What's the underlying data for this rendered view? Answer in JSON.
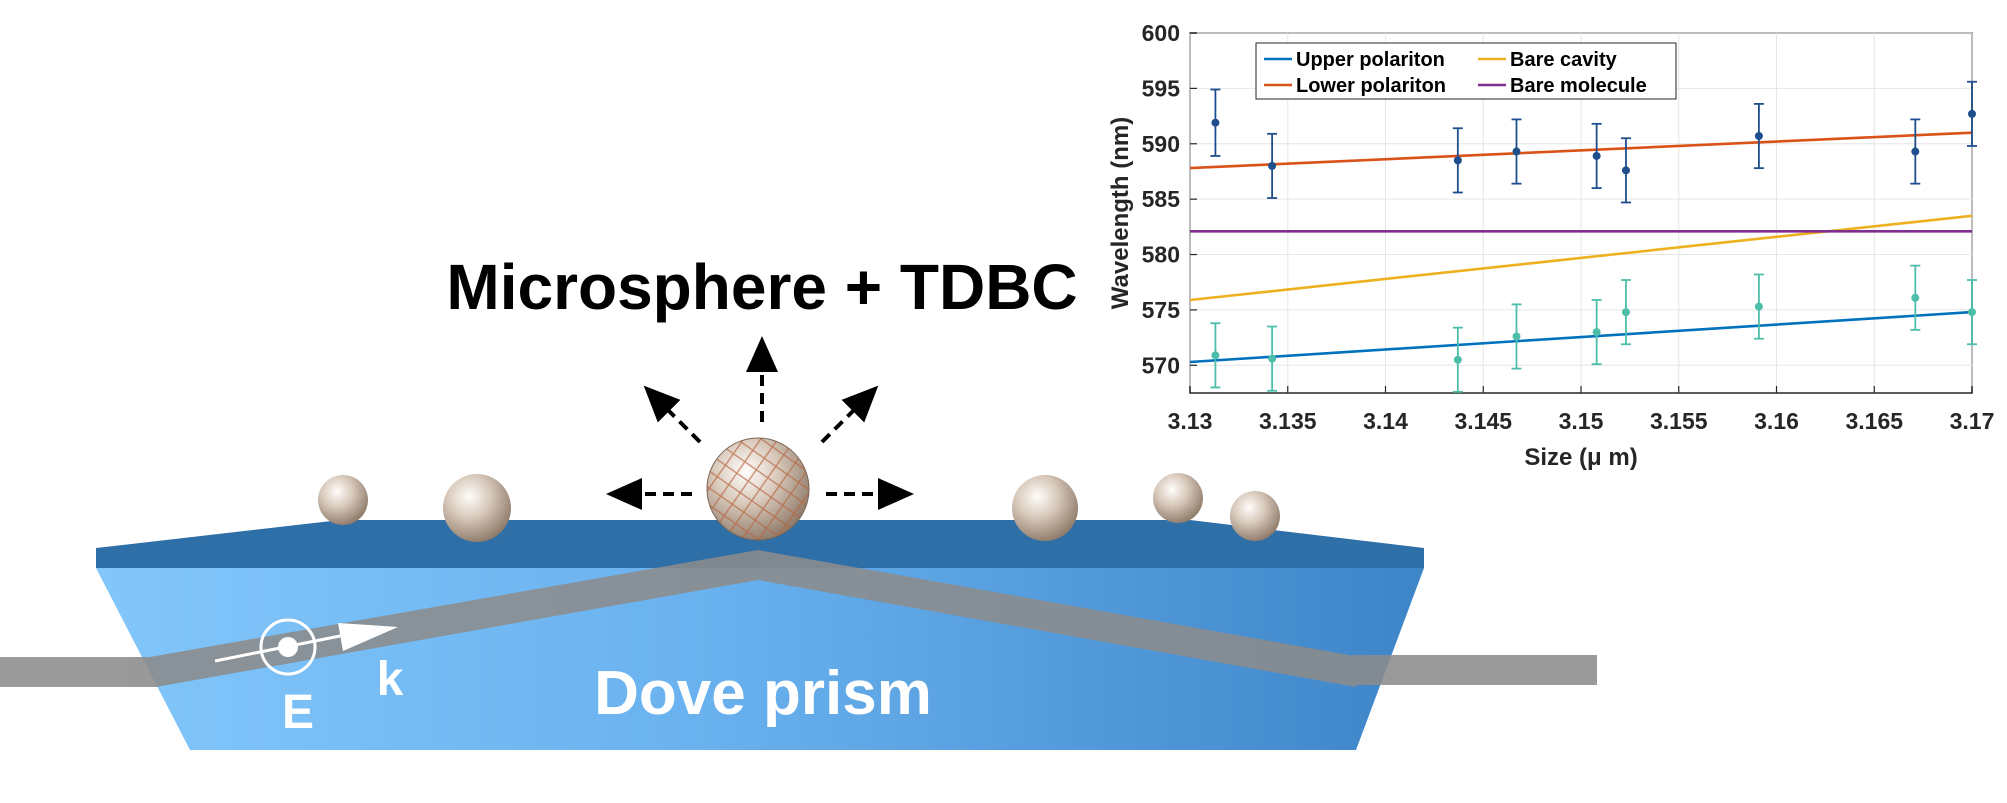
{
  "diagram": {
    "title": "Microsphere + TDBC",
    "prism_label": "Dove prism",
    "field_label": "E",
    "wavevector_label": "k",
    "colors": {
      "prism_top": "#2f6fa8",
      "prism_body_left": "#7fc3f7",
      "prism_body_right": "#3a83c6",
      "beam": "#8c8c8c",
      "sphere": "#c9b9aa"
    }
  },
  "chart_data": {
    "type": "scatter",
    "xlabel": "Size (μ m)",
    "ylabel": "Wavelength (nm)",
    "xlim": [
      3.13,
      3.17
    ],
    "ylim": [
      567.5,
      600
    ],
    "xticks": [
      "3.13",
      "3.135",
      "3.14",
      "3.145",
      "3.15",
      "3.155",
      "3.16",
      "3.165",
      "3.17"
    ],
    "yticks": [
      "570",
      "575",
      "580",
      "585",
      "590",
      "595",
      "600"
    ],
    "grid": true,
    "legend_position": "top-left",
    "lines": [
      {
        "name": "Upper polariton",
        "color": "#0072bd",
        "x": [
          3.13,
          3.17
        ],
        "y": [
          570.3,
          574.8
        ]
      },
      {
        "name": "Bare cavity",
        "color": "#edb120",
        "x": [
          3.13,
          3.17
        ],
        "y": [
          575.9,
          583.5
        ]
      },
      {
        "name": "Lower polariton",
        "color": "#d95319",
        "x": [
          3.13,
          3.17
        ],
        "y": [
          587.8,
          591.0
        ]
      },
      {
        "name": "Bare molecule",
        "color": "#7e2f8e",
        "x": [
          3.13,
          3.17
        ],
        "y": [
          582.1,
          582.1
        ]
      }
    ],
    "scatter_series": [
      {
        "color": "#1f4e8c",
        "x": [
          3.1313,
          3.1342,
          3.1437,
          3.1467,
          3.1508,
          3.1523,
          3.1591,
          3.1671,
          3.17
        ],
        "y": [
          591.9,
          588.0,
          588.5,
          589.3,
          588.9,
          587.6,
          590.7,
          589.3,
          592.7
        ],
        "err": [
          3.0,
          2.9,
          2.9,
          2.9,
          2.9,
          2.9,
          2.9,
          2.9,
          2.9
        ]
      },
      {
        "color": "#4dbeaa",
        "x": [
          3.1313,
          3.1342,
          3.1437,
          3.1467,
          3.1508,
          3.1523,
          3.1591,
          3.1671,
          3.17
        ],
        "y": [
          570.9,
          570.6,
          570.5,
          572.6,
          573.0,
          574.8,
          575.3,
          576.1,
          574.8
        ],
        "err": [
          2.9,
          2.9,
          2.9,
          2.9,
          2.9,
          2.9,
          2.9,
          2.9,
          2.9
        ]
      }
    ]
  }
}
